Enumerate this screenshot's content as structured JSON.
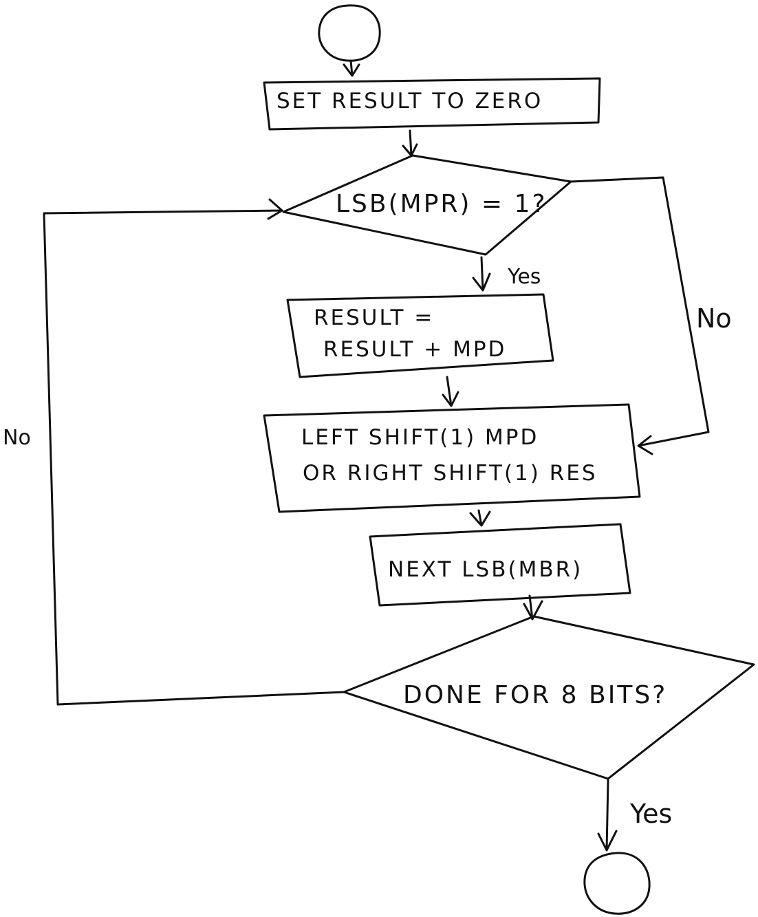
{
  "nodes": {
    "set_result": "SET RESULT TO ZERO",
    "lsb_check": "LSB(MPR) = 1?",
    "add_result_line1": "RESULT =",
    "add_result_line2": "RESULT + MPD",
    "shift_line1": "LEFT SHIFT(1) MPD",
    "shift_line2": "OR RIGHT SHIFT(1) RES",
    "next_lsb": "NEXT LSB(MBR)",
    "done_check": "DONE FOR 8 BITS?"
  },
  "edges": {
    "lsb_yes": "Yes",
    "lsb_no": "No",
    "done_no": "No",
    "done_yes": "Yes"
  }
}
